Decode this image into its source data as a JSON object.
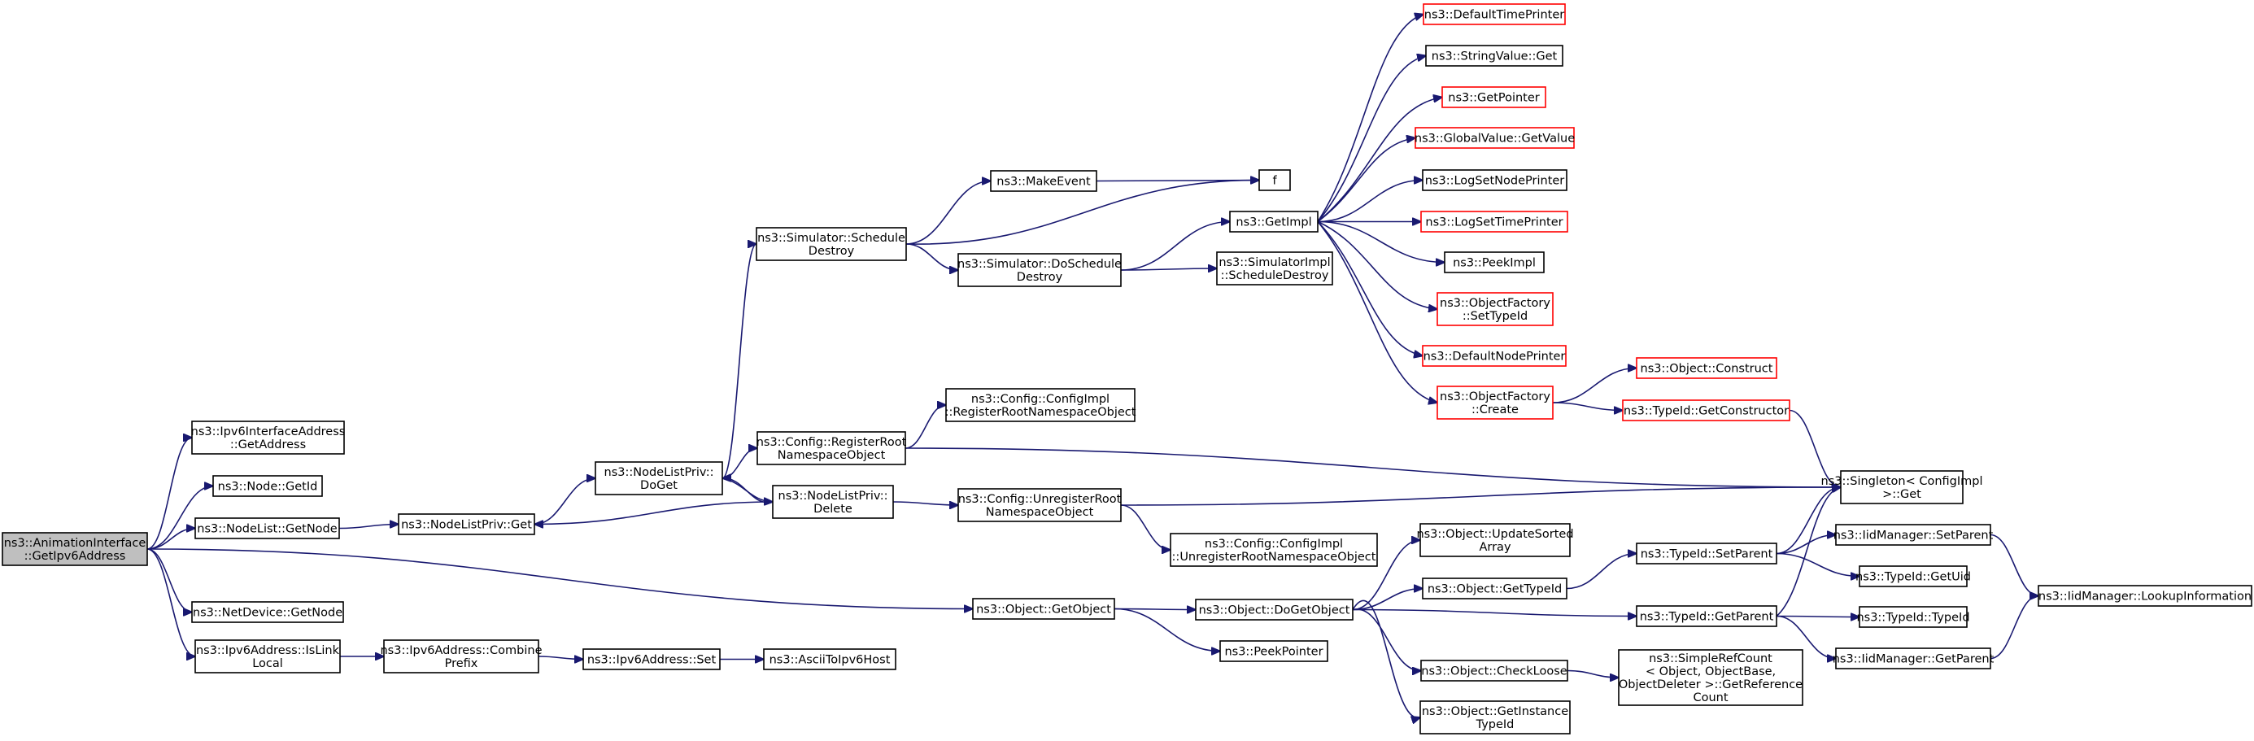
{
  "nodes": [
    {
      "id": "root",
      "lines": [
        "ns3::AnimationInterface",
        "::GetIpv6Address"
      ],
      "red": false,
      "root": true
    },
    {
      "id": "ipv6if_getaddr",
      "lines": [
        "ns3::Ipv6InterfaceAddress",
        "::GetAddress"
      ],
      "red": false
    },
    {
      "id": "node_getid",
      "lines": [
        "ns3::Node::GetId"
      ],
      "red": false
    },
    {
      "id": "nodelist_getnode",
      "lines": [
        "ns3::NodeList::GetNode"
      ],
      "red": false
    },
    {
      "id": "netdev_getnode",
      "lines": [
        "ns3::NetDevice::GetNode"
      ],
      "red": false
    },
    {
      "id": "ipv6_islinklocal",
      "lines": [
        "ns3::Ipv6Address::IsLink",
        "Local"
      ],
      "red": false
    },
    {
      "id": "ipv6_combineprefix",
      "lines": [
        "ns3::Ipv6Address::Combine",
        "Prefix"
      ],
      "red": false
    },
    {
      "id": "ipv6_set",
      "lines": [
        "ns3::Ipv6Address::Set"
      ],
      "red": false
    },
    {
      "id": "ascii_ipv6host",
      "lines": [
        "ns3::AsciiToIpv6Host"
      ],
      "red": false
    },
    {
      "id": "nlp_get",
      "lines": [
        "ns3::NodeListPriv::Get"
      ],
      "red": false
    },
    {
      "id": "nlp_doget",
      "lines": [
        "ns3::NodeListPriv::",
        "DoGet"
      ],
      "red": false
    },
    {
      "id": "nlp_delete",
      "lines": [
        "ns3::NodeListPriv::",
        "Delete"
      ],
      "red": false
    },
    {
      "id": "sim_scheddestroy",
      "lines": [
        "ns3::Simulator::Schedule",
        "Destroy"
      ],
      "red": false
    },
    {
      "id": "cfg_regroot",
      "lines": [
        "ns3::Config::RegisterRoot",
        "NamespaceObject"
      ],
      "red": false
    },
    {
      "id": "cfg_unregroot",
      "lines": [
        "ns3::Config::UnregisterRoot",
        "NamespaceObject"
      ],
      "red": false
    },
    {
      "id": "obj_getobject",
      "lines": [
        "ns3::Object::GetObject"
      ],
      "red": false
    },
    {
      "id": "makeevent",
      "lines": [
        "ns3::MakeEvent"
      ],
      "red": false
    },
    {
      "id": "f",
      "lines": [
        "f"
      ],
      "red": false
    },
    {
      "id": "sim_doscheddestroy",
      "lines": [
        "ns3::Simulator::DoSchedule",
        "Destroy"
      ],
      "red": false
    },
    {
      "id": "getimpl",
      "lines": [
        "ns3::GetImpl"
      ],
      "red": false
    },
    {
      "id": "simimpl_scheddestroy",
      "lines": [
        "ns3::SimulatorImpl",
        "::ScheduleDestroy"
      ],
      "red": false
    },
    {
      "id": "cfgimpl_regroot",
      "lines": [
        "ns3::Config::ConfigImpl",
        "::RegisterRootNamespaceObject"
      ],
      "red": false
    },
    {
      "id": "cfgimpl_unregroot",
      "lines": [
        "ns3::Config::ConfigImpl",
        "::UnregisterRootNamespaceObject"
      ],
      "red": false
    },
    {
      "id": "obj_dogetobject",
      "lines": [
        "ns3::Object::DoGetObject"
      ],
      "red": false
    },
    {
      "id": "peekpointer",
      "lines": [
        "ns3::PeekPointer"
      ],
      "red": false
    },
    {
      "id": "defaulttimeprinter",
      "lines": [
        "ns3::DefaultTimePrinter"
      ],
      "red": true
    },
    {
      "id": "stringvalue_get",
      "lines": [
        "ns3::StringValue::Get"
      ],
      "red": false
    },
    {
      "id": "getpointer",
      "lines": [
        "ns3::GetPointer"
      ],
      "red": true
    },
    {
      "id": "globalvalue_getvalue",
      "lines": [
        "ns3::GlobalValue::GetValue"
      ],
      "red": true
    },
    {
      "id": "logsetnodeprinter",
      "lines": [
        "ns3::LogSetNodePrinter"
      ],
      "red": false
    },
    {
      "id": "logsettimeprinter",
      "lines": [
        "ns3::LogSetTimePrinter"
      ],
      "red": true
    },
    {
      "id": "peekimpl",
      "lines": [
        "ns3::PeekImpl"
      ],
      "red": false
    },
    {
      "id": "objfactory_settypeid",
      "lines": [
        "ns3::ObjectFactory",
        "::SetTypeId"
      ],
      "red": true
    },
    {
      "id": "defaultnodeprinter",
      "lines": [
        "ns3::DefaultNodePrinter"
      ],
      "red": true
    },
    {
      "id": "objfactory_create",
      "lines": [
        "ns3::ObjectFactory",
        "::Create"
      ],
      "red": true
    },
    {
      "id": "obj_updatesortedarray",
      "lines": [
        "ns3::Object::UpdateSorted",
        "Array"
      ],
      "red": false
    },
    {
      "id": "obj_gettypeid",
      "lines": [
        "ns3::Object::GetTypeId"
      ],
      "red": false
    },
    {
      "id": "obj_checkloose",
      "lines": [
        "ns3::Object::CheckLoose"
      ],
      "red": false
    },
    {
      "id": "obj_getinstancetypeid",
      "lines": [
        "ns3::Object::GetInstance",
        "TypeId"
      ],
      "red": false
    },
    {
      "id": "obj_construct",
      "lines": [
        "ns3::Object::Construct"
      ],
      "red": true
    },
    {
      "id": "typeid_getconstructor",
      "lines": [
        "ns3::TypeId::GetConstructor"
      ],
      "red": true
    },
    {
      "id": "typeid_setparent",
      "lines": [
        "ns3::TypeId::SetParent"
      ],
      "red": false
    },
    {
      "id": "typeid_getparent",
      "lines": [
        "ns3::TypeId::GetParent"
      ],
      "red": false
    },
    {
      "id": "simplerefcount",
      "lines": [
        "ns3::SimpleRefCount",
        "< Object, ObjectBase,",
        " ObjectDeleter >::GetReference",
        "Count"
      ],
      "red": false
    },
    {
      "id": "singleton_get",
      "lines": [
        "ns3::Singleton< ConfigImpl",
        " >::Get"
      ],
      "red": false
    },
    {
      "id": "iidmgr_setparent",
      "lines": [
        "ns3::IidManager::SetParent"
      ],
      "red": false
    },
    {
      "id": "typeid_getuid",
      "lines": [
        "ns3::TypeId::GetUid"
      ],
      "red": false
    },
    {
      "id": "typeid_typeid",
      "lines": [
        "ns3::TypeId::TypeId"
      ],
      "red": false
    },
    {
      "id": "iidmgr_getparent",
      "lines": [
        "ns3::IidManager::GetParent"
      ],
      "red": false
    },
    {
      "id": "iidmgr_lookupinfo",
      "lines": [
        "ns3::IidManager::LookupInformation"
      ],
      "red": false
    }
  ],
  "edges": [
    [
      "root",
      "ipv6if_getaddr"
    ],
    [
      "root",
      "node_getid"
    ],
    [
      "root",
      "nodelist_getnode"
    ],
    [
      "root",
      "netdev_getnode"
    ],
    [
      "root",
      "ipv6_islinklocal"
    ],
    [
      "root",
      "obj_getobject"
    ],
    [
      "nodelist_getnode",
      "nlp_get"
    ],
    [
      "nlp_get",
      "nlp_doget"
    ],
    [
      "nlp_doget",
      "sim_scheddestroy"
    ],
    [
      "nlp_doget",
      "cfg_regroot"
    ],
    [
      "nlp_doget",
      "nlp_delete"
    ],
    [
      "nlp_delete",
      "nlp_doget"
    ],
    [
      "nlp_delete",
      "nlp_get"
    ],
    [
      "nlp_delete",
      "cfg_unregroot"
    ],
    [
      "sim_scheddestroy",
      "makeevent"
    ],
    [
      "sim_scheddestroy",
      "f"
    ],
    [
      "sim_scheddestroy",
      "sim_doscheddestroy"
    ],
    [
      "makeevent",
      "f"
    ],
    [
      "sim_doscheddestroy",
      "getimpl"
    ],
    [
      "sim_doscheddestroy",
      "simimpl_scheddestroy"
    ],
    [
      "getimpl",
      "defaulttimeprinter"
    ],
    [
      "getimpl",
      "stringvalue_get"
    ],
    [
      "getimpl",
      "getpointer"
    ],
    [
      "getimpl",
      "globalvalue_getvalue"
    ],
    [
      "getimpl",
      "logsetnodeprinter"
    ],
    [
      "getimpl",
      "logsettimeprinter"
    ],
    [
      "getimpl",
      "peekimpl"
    ],
    [
      "getimpl",
      "objfactory_settypeid"
    ],
    [
      "getimpl",
      "defaultnodeprinter"
    ],
    [
      "getimpl",
      "objfactory_create"
    ],
    [
      "objfactory_create",
      "obj_construct"
    ],
    [
      "objfactory_create",
      "typeid_getconstructor"
    ],
    [
      "typeid_getconstructor",
      "singleton_get"
    ],
    [
      "cfg_regroot",
      "cfgimpl_regroot"
    ],
    [
      "cfg_regroot",
      "singleton_get"
    ],
    [
      "cfg_unregroot",
      "singleton_get"
    ],
    [
      "cfg_unregroot",
      "cfgimpl_unregroot"
    ],
    [
      "ipv6_islinklocal",
      "ipv6_combineprefix"
    ],
    [
      "ipv6_combineprefix",
      "ipv6_set"
    ],
    [
      "ipv6_set",
      "ascii_ipv6host"
    ],
    [
      "obj_getobject",
      "obj_dogetobject"
    ],
    [
      "obj_getobject",
      "peekpointer"
    ],
    [
      "obj_dogetobject",
      "obj_updatesortedarray"
    ],
    [
      "obj_dogetobject",
      "obj_gettypeid"
    ],
    [
      "obj_dogetobject",
      "typeid_getparent"
    ],
    [
      "obj_dogetobject",
      "obj_checkloose"
    ],
    [
      "obj_dogetobject",
      "obj_getinstancetypeid"
    ],
    [
      "obj_gettypeid",
      "typeid_setparent"
    ],
    [
      "typeid_setparent",
      "singleton_get"
    ],
    [
      "typeid_setparent",
      "iidmgr_setparent"
    ],
    [
      "typeid_setparent",
      "typeid_getuid"
    ],
    [
      "typeid_getparent",
      "singleton_get"
    ],
    [
      "typeid_getparent",
      "typeid_typeid"
    ],
    [
      "typeid_getparent",
      "iidmgr_getparent"
    ],
    [
      "iidmgr_setparent",
      "iidmgr_lookupinfo"
    ],
    [
      "iidmgr_getparent",
      "iidmgr_lookupinfo"
    ],
    [
      "obj_checkloose",
      "simplerefcount"
    ]
  ]
}
